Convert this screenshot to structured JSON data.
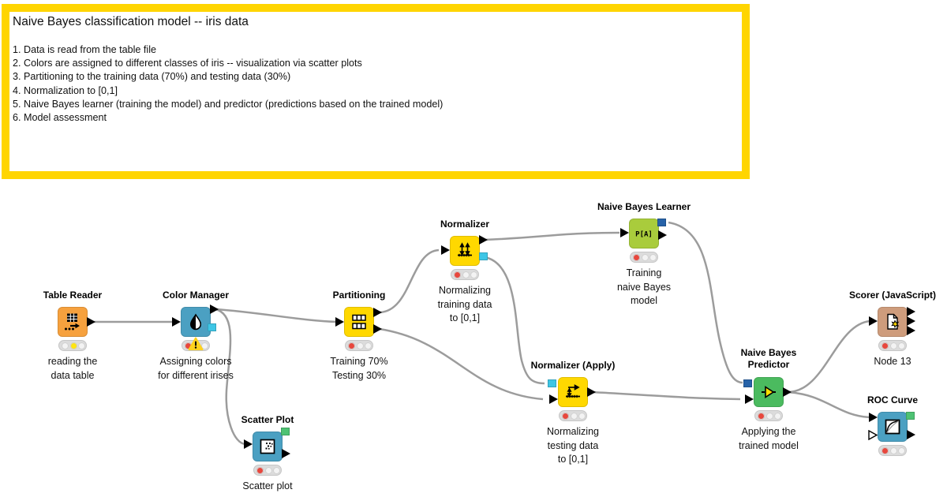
{
  "annotation": {
    "title": "Naive Bayes classification model -- iris data",
    "items": [
      "1. Data is read from the table file",
      "2. Colors are assigned to different classes of iris -- visualization via scatter plots",
      "3. Partitioning to the training data (70%) and testing data (30%)",
      "4. Normalization to [0,1]",
      "5. Naive Bayes learner (training the model) and predictor (predictions based on the trained model)",
      "6. Model assessment"
    ],
    "border_color": "#FFD500"
  },
  "workflow": {
    "wire_color": "#9C9C9C",
    "status_colors": {
      "red": "#E8473D",
      "yellow": "#FFE512",
      "off": "#F3F3F3"
    },
    "port_colors": {
      "data_triangle": "#000000",
      "model_blue": "#2762A8",
      "normalizer_cyan": "#3EC6E6",
      "view_green": "#4EC273"
    },
    "nodes": [
      {
        "name": "table-reader",
        "title": "Table Reader",
        "label": "reading the\ndata table",
        "color": "#F6A13E",
        "status": "yellow"
      },
      {
        "name": "color-manager",
        "title": "Color Manager",
        "label": "Assigning colors\nfor different irises",
        "color": "#4BA0C2",
        "status": "red",
        "warning": true
      },
      {
        "name": "scatter-plot",
        "title": "Scatter Plot",
        "label": "Scatter plot",
        "color": "#4BA0C2",
        "status": "red"
      },
      {
        "name": "partitioning",
        "title": "Partitioning",
        "label": "Training 70%\nTesting 30%",
        "color": "#FFD800",
        "status": "red"
      },
      {
        "name": "normalizer",
        "title": "Normalizer",
        "label": "Normalizing\ntraining data\nto [0,1]",
        "color": "#FFD800",
        "status": "red"
      },
      {
        "name": "naive-bayes-learner",
        "title": "Naive Bayes Learner",
        "label": "Training\nnaive Bayes\nmodel",
        "color": "#A9CC3C",
        "status": "red",
        "icon_text": "P[A]"
      },
      {
        "name": "normalizer-apply",
        "title": "Normalizer (Apply)",
        "label": "Normalizing\ntesting data\nto [0,1]",
        "color": "#FFD800",
        "status": "red"
      },
      {
        "name": "naive-bayes-predictor",
        "title": "Naive Bayes\nPredictor",
        "label": "Applying the\ntrained model",
        "color": "#4BBB5F",
        "status": "red"
      },
      {
        "name": "scorer-javascript",
        "title": "Scorer (JavaScript)",
        "label": "Node 13",
        "color": "#CE9C7C",
        "status": "red"
      },
      {
        "name": "roc-curve",
        "title": "ROC Curve",
        "label": "",
        "color": "#4BA0C2",
        "status": "red"
      }
    ],
    "connections": [
      {
        "from": "table-reader",
        "to": "color-manager"
      },
      {
        "from": "color-manager",
        "to": "partitioning"
      },
      {
        "from": "color-manager",
        "to": "scatter-plot"
      },
      {
        "from": "partitioning",
        "to": "normalizer"
      },
      {
        "from": "partitioning",
        "to": "normalizer-apply"
      },
      {
        "from": "normalizer",
        "to": "naive-bayes-learner"
      },
      {
        "from": "normalizer",
        "to": "normalizer-apply"
      },
      {
        "from": "naive-bayes-learner",
        "to": "naive-bayes-predictor"
      },
      {
        "from": "normalizer-apply",
        "to": "naive-bayes-predictor"
      },
      {
        "from": "naive-bayes-predictor",
        "to": "scorer-javascript"
      },
      {
        "from": "naive-bayes-predictor",
        "to": "roc-curve"
      }
    ]
  }
}
